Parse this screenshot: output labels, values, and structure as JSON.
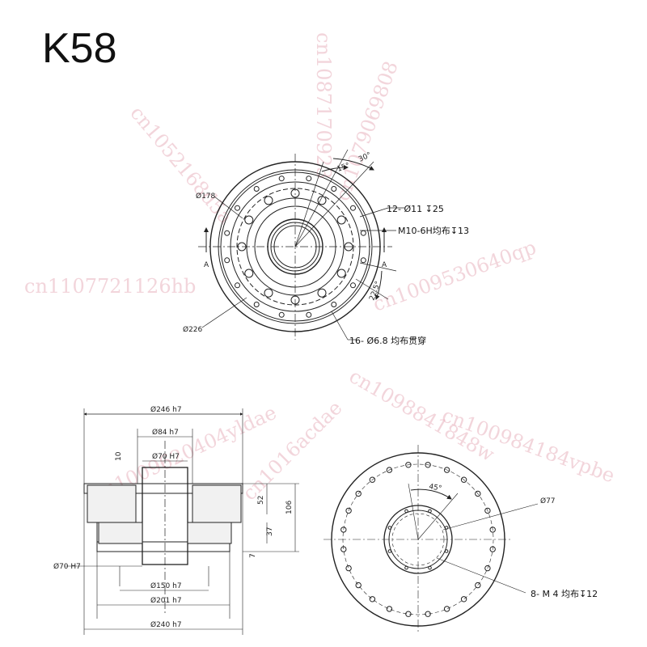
{
  "title": "K58",
  "colors": {
    "line": "#222222",
    "watermark": "#e9b3bf"
  },
  "watermarks": [
    "cn1087170923",
    "cn1079069808",
    "cn1052168d5a",
    "cn1009530640qp",
    "cn1107721126hb",
    "cn1098841848w",
    "cn100984184vpbe",
    "cn1009620404yldae",
    "cn1016acdae"
  ],
  "top_view": {
    "dia_outer": "Ø226",
    "dia_pcd": "Ø178",
    "angle_30": "30°",
    "angle_15": "15°",
    "angle_22_5": "22.5°",
    "note_holes_12": "12- Ø11 ↧25",
    "note_thread": "M10-6H均布↧13",
    "note_holes_16": "16- Ø6.8 均布贯穿",
    "section_a_left": "A",
    "section_a_right": "A"
  },
  "section_view": {
    "dia_246": "Ø246 h7",
    "dia_84": "Ø84 h7",
    "dia_70_top": "Ø70 H7",
    "dim_10": "10",
    "dim_52": "52",
    "dim_106": "106",
    "dim_37": "37",
    "dim_7": "7",
    "dia_70_left": "Ø70 H7",
    "dia_150": "Ø150 h7",
    "dia_201": "Ø201 h7",
    "dia_240": "Ø240 h7"
  },
  "bottom_view": {
    "angle_45": "45°",
    "dia_77": "Ø77",
    "note_m4": "8- M 4 均布↧12"
  }
}
